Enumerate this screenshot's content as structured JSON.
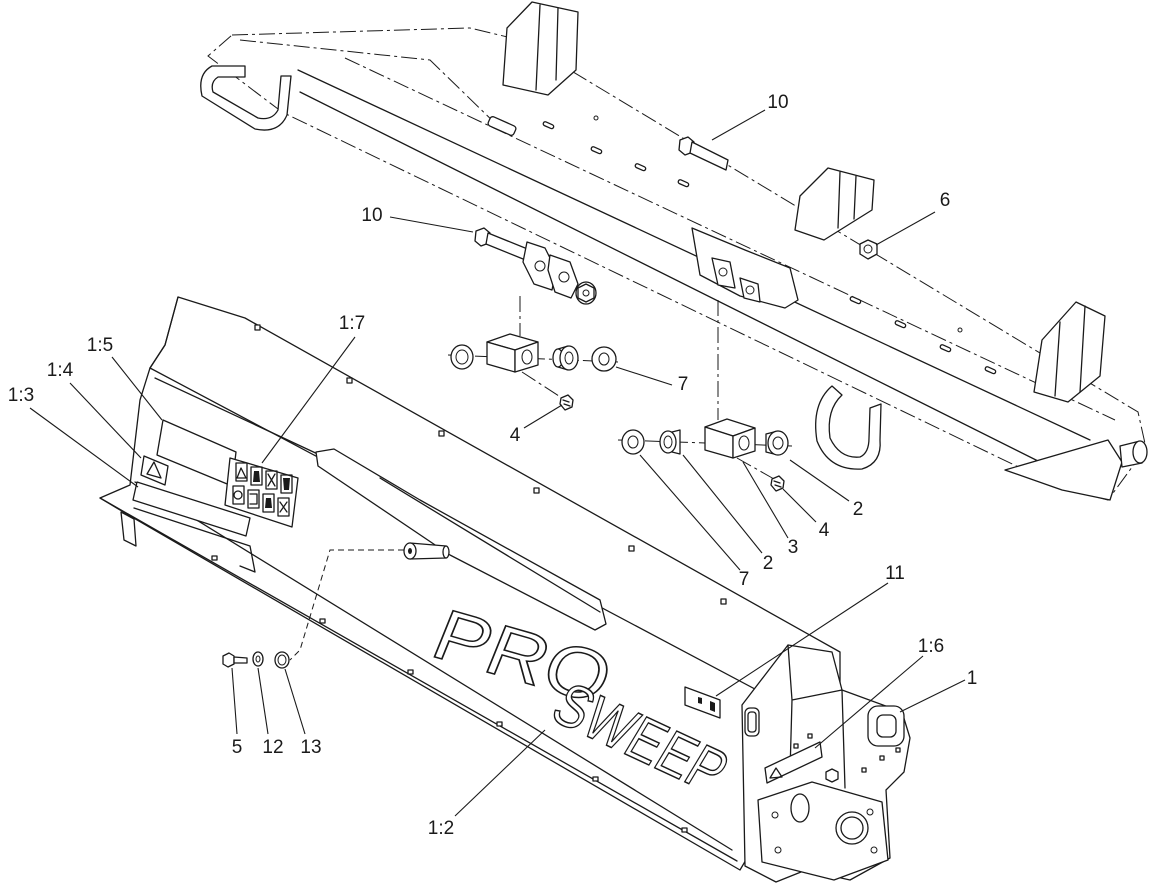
{
  "diagram": {
    "callouts": [
      "10",
      "10",
      "6",
      "1:7",
      "1:5",
      "1:4",
      "1:3",
      "7",
      "4",
      "2",
      "4",
      "3",
      "2",
      "7",
      "11",
      "1:6",
      "1",
      "5",
      "12",
      "13",
      "1:2"
    ],
    "product_lettering": [
      "PRO",
      "SWEEP"
    ]
  },
  "icons": [
    "warning-triangle-icon",
    "safety-pictogram-icon",
    "grease-fitting-icon",
    "hex-nut-icon",
    "hex-bolt-icon"
  ],
  "colors": {
    "line": "#1a1a1a",
    "background": "#ffffff"
  }
}
